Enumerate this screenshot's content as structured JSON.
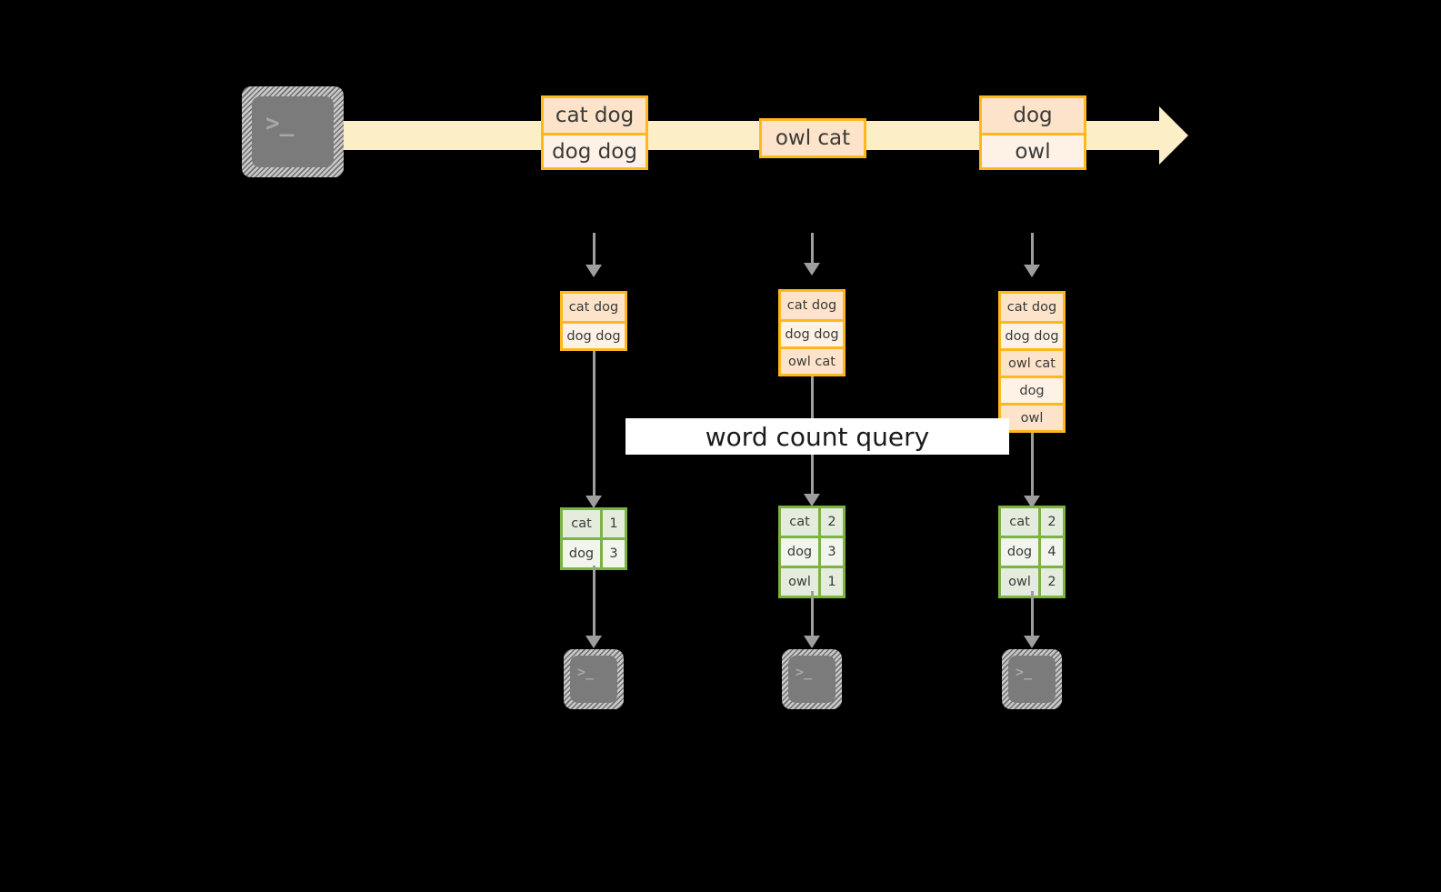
{
  "diagram": {
    "title_label": "word count query",
    "source_terminal": {
      "icon": "terminal-icon",
      "prompt": ">_"
    },
    "stream": {
      "events": [
        {
          "lines": [
            "cat dog",
            "dog dog"
          ]
        },
        {
          "lines": [
            "owl cat"
          ]
        },
        {
          "lines": [
            "dog",
            "owl"
          ]
        }
      ]
    },
    "columns": [
      {
        "accumulated": {
          "lines": [
            "cat dog",
            "dog dog"
          ]
        },
        "result": {
          "rows": [
            {
              "word": "cat",
              "count": "1"
            },
            {
              "word": "dog",
              "count": "3"
            }
          ]
        },
        "sink_terminal": {
          "icon": "terminal-icon",
          "prompt": ">_"
        }
      },
      {
        "accumulated": {
          "lines": [
            "cat dog",
            "dog dog",
            "owl cat"
          ]
        },
        "result": {
          "rows": [
            {
              "word": "cat",
              "count": "2"
            },
            {
              "word": "dog",
              "count": "3"
            },
            {
              "word": "owl",
              "count": "1"
            }
          ]
        },
        "sink_terminal": {
          "icon": "terminal-icon",
          "prompt": ">_"
        }
      },
      {
        "accumulated": {
          "lines": [
            "cat dog",
            "dog dog",
            "owl cat",
            "dog",
            "owl"
          ]
        },
        "result": {
          "rows": [
            {
              "word": "cat",
              "count": "2"
            },
            {
              "word": "dog",
              "count": "4"
            },
            {
              "word": "owl",
              "count": "2"
            }
          ]
        },
        "sink_terminal": {
          "icon": "terminal-icon",
          "prompt": ">_"
        }
      }
    ],
    "colors": {
      "background": "#000000",
      "stream_band": "#fcefc7",
      "event_border": "#ffb81c",
      "event_fill_odd": "#fce3c9",
      "event_fill_even": "#fdf2e5",
      "result_border": "#7cb342",
      "result_fill_odd": "#e4ecdd",
      "result_fill_even": "#f1f5ec",
      "arrow": "#9e9e9e",
      "label_band": "#ffffff",
      "terminal_body": "#7b7b7b"
    }
  }
}
